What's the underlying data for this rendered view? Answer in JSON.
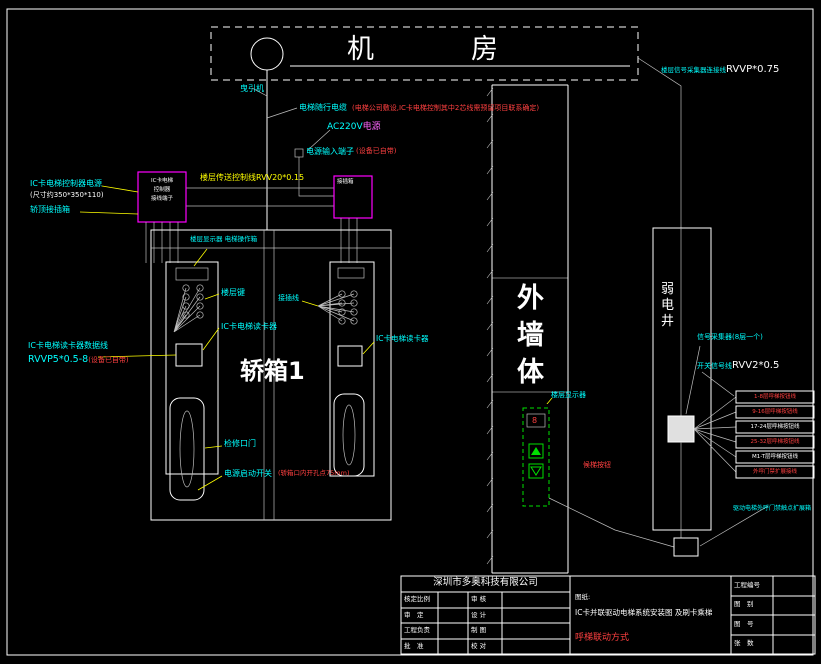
{
  "machine_room": {
    "title": "机　　　房",
    "traction": "曳引机"
  },
  "top": {
    "travel_cable": "电梯随行电缆",
    "travel_cable_note": "(电梯公司敷设,IC卡电梯控制其中2芯线需预留项目联系确定)",
    "power_a": "AC220V",
    "power_b": "电源",
    "terminal": "电源输入端子",
    "terminal_note": "(设备已自带)",
    "floor_line": "楼层传送控制线RVV20*0.15"
  },
  "controller": {
    "name": "IC卡电梯控制器电源",
    "size": "(尺寸约350*350*110)",
    "junction": "轿顶接插箱",
    "box_lines": [
      "IC卡电梯",
      "控制器",
      "接线端子"
    ],
    "box2_label": "接插箱"
  },
  "car": {
    "panel_title": "楼层显示器  电梯操作箱",
    "floor_keys": "楼层键",
    "reader_left": "IC卡电梯读卡器",
    "reader_right": "IC卡电梯读卡器",
    "name": "轿箱1",
    "door": "检修口门",
    "power_switch": "电源启动开关",
    "power_switch_note": "(轿箱口内开孔点75mm)",
    "junction_label": "接插线"
  },
  "left": {
    "reader_cable": "IC卡电梯读卡器数据线",
    "reader_cable2": "RVVP5*0.5-8",
    "reader_cable_note": "(设备已自带)"
  },
  "wall": {
    "c0": "外",
    "c1": "墙",
    "c2": "体"
  },
  "well": {
    "c0": "弱",
    "c1": "电",
    "c2": "井"
  },
  "right": {
    "collector_cable": "楼层信号采集器连接线",
    "collector_cable2": "RVVP*0.75",
    "collector": "信号采集器(8层一个)",
    "switch_cable": "开关信号线",
    "switch_cable2": "RVV2*0.5",
    "hall_display": "楼层显示器",
    "hall_display_value": "8",
    "hall_note": "候梯按钮",
    "expansion": "驱动电梯外呼门禁触点扩展箱",
    "connectors": [
      {
        "label": "1-8层呼梯按钮线"
      },
      {
        "label": "9-16层呼梯按钮线"
      },
      {
        "label": "17-24层呼梯按钮线"
      },
      {
        "label": "25-32层呼梯按钮线"
      },
      {
        "label": "M1-T层呼梯按钮线"
      },
      {
        "label": "外呼门禁扩展接线"
      }
    ]
  },
  "title_block": {
    "company": "深圳市多奥科技有限公司",
    "drawing_label": "图纸:",
    "drawing_title": "IC卡并联驱动电梯系统安装图 及刷卡乘梯",
    "drawing_title2": "呼梯联动方式",
    "left_fields": [
      {
        "a": "核定比例",
        "b": "审 核"
      },
      {
        "a": "审　定",
        "b": "设 计"
      },
      {
        "a": "工程负责",
        "b": "制 图"
      },
      {
        "a": "批　准",
        "b": "校 对"
      }
    ],
    "right_fields": [
      {
        "label": "工程编号"
      },
      {
        "label": "图　别"
      },
      {
        "label": "图　号"
      },
      {
        "label": "张　数"
      }
    ]
  }
}
